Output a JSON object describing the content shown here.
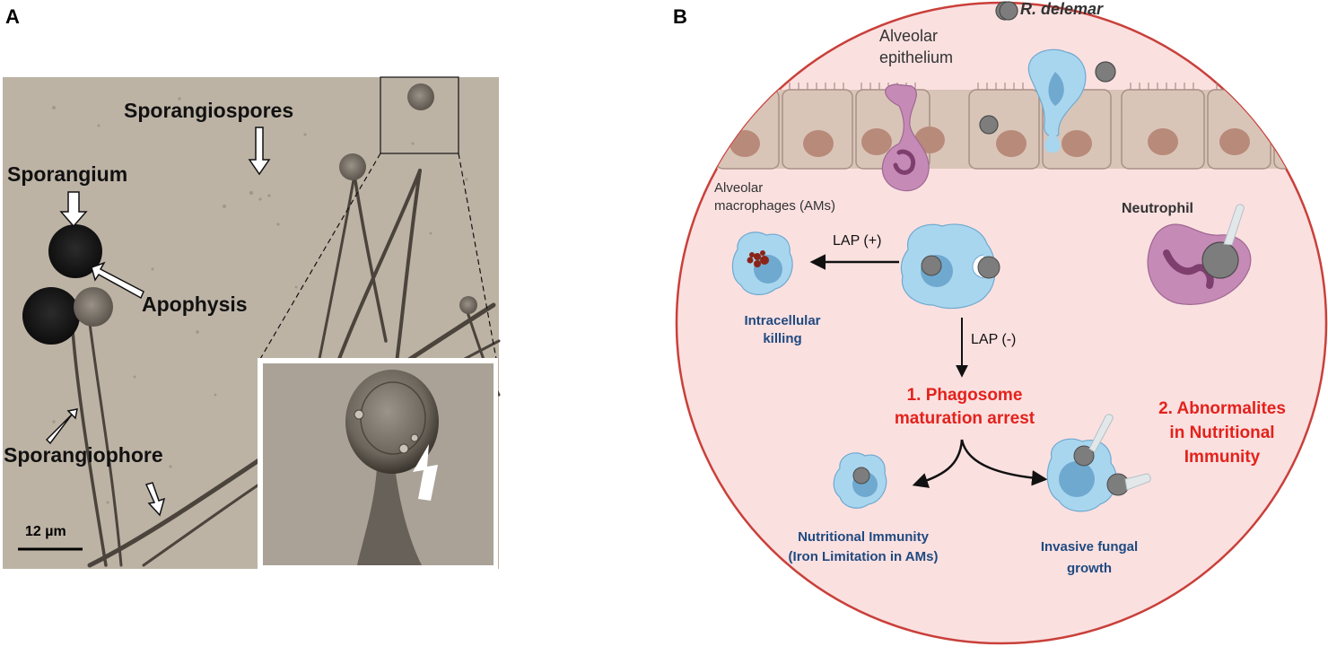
{
  "panels": {
    "a": {
      "letter": "A",
      "labels": {
        "sporangiospores": "Sporangiospores",
        "sporangium": "Sporangium",
        "apophysis": "Apophysis",
        "sporangiophore": "Sporangiophore",
        "scale": "12 µm"
      }
    },
    "b": {
      "letter": "B",
      "labels": {
        "epithelium_line1": "Alveolar",
        "epithelium_line2": "epithelium",
        "pathogen": "R. delemar",
        "am_line1": "Alveolar",
        "am_line2": "macrophages (AMs)",
        "neutrophil": "Neutrophil",
        "lap_pos": "LAP (+)",
        "lap_neg": "LAP (-)",
        "killing_line1": "Intracellular",
        "killing_line2": "killing",
        "arrest_line1": "1. Phagosome",
        "arrest_line2": "maturation arrest",
        "abn_line1": "2. Abnormalites",
        "abn_line2": "in Nutritional",
        "abn_line3": "Immunity",
        "ni_line1": "Nutritional Immunity",
        "ni_line2": "(Iron Limitation in AMs)",
        "inv_line1": "Invasive fungal",
        "inv_line2": "growth"
      }
    }
  },
  "colors": {
    "micro_bg": "#bdb3a5",
    "circle_fill": "#fbe0e0",
    "circle_border": "#c9403a",
    "epithelium": "#d9c5b8",
    "nucleus": "#b88a7a",
    "macrophage": "#a9d6ef",
    "macro_nucleus": "#6fa9cf",
    "neutrophil": "#c58bb6",
    "spore": "#7d7d7d",
    "red_text": "#e3221c",
    "blue_text": "#1f4a80"
  }
}
